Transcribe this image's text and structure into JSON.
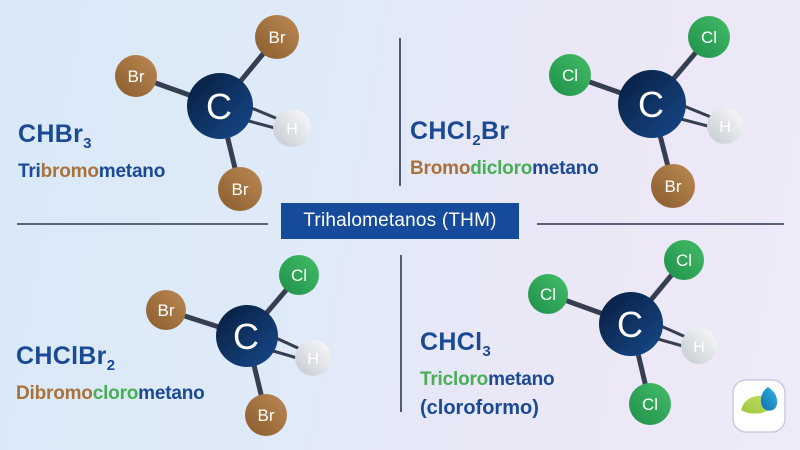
{
  "banner": {
    "label": "Trihalometanos (THM)"
  },
  "atoms": {
    "carbon": "C",
    "hydrogen": "H",
    "bromine": "Br",
    "chlorine": "Cl"
  },
  "quadrants": {
    "top_left": {
      "formula_base": "CHBr",
      "formula_sub": "3",
      "name_seg1": "Tri",
      "name_seg2": "bromo",
      "name_seg3": "metano"
    },
    "top_right": {
      "formula_base": "CHCl",
      "formula_sub": "2",
      "formula_suffix": "Br",
      "name_seg1": "Bromo",
      "name_seg2": "dicloro",
      "name_seg3": "metano"
    },
    "bottom_left": {
      "formula_base": "CHClBr",
      "formula_sub": "2",
      "name_seg1": "Dibromo",
      "name_seg2": "cloro",
      "name_seg3": "metano"
    },
    "bottom_right": {
      "formula_base": "CHCl",
      "formula_sub": "3",
      "name_seg1": "Tricloro",
      "name_seg2": "metano",
      "alt_name": "(cloroformo)"
    }
  },
  "colors": {
    "carbon": "#0d2c5d",
    "bromine": "#a9713c",
    "chlorine": "#2fa355",
    "hydrogen": "#e4e7ea",
    "bond": "#363e52",
    "navy_text": "#1b4a94",
    "brown_text": "#a9713c",
    "green_text": "#4aae57",
    "banner_bg": "#164a9b",
    "banner_text": "#ffffff"
  },
  "logo": {
    "icon": "leaf-and-water-drop"
  }
}
